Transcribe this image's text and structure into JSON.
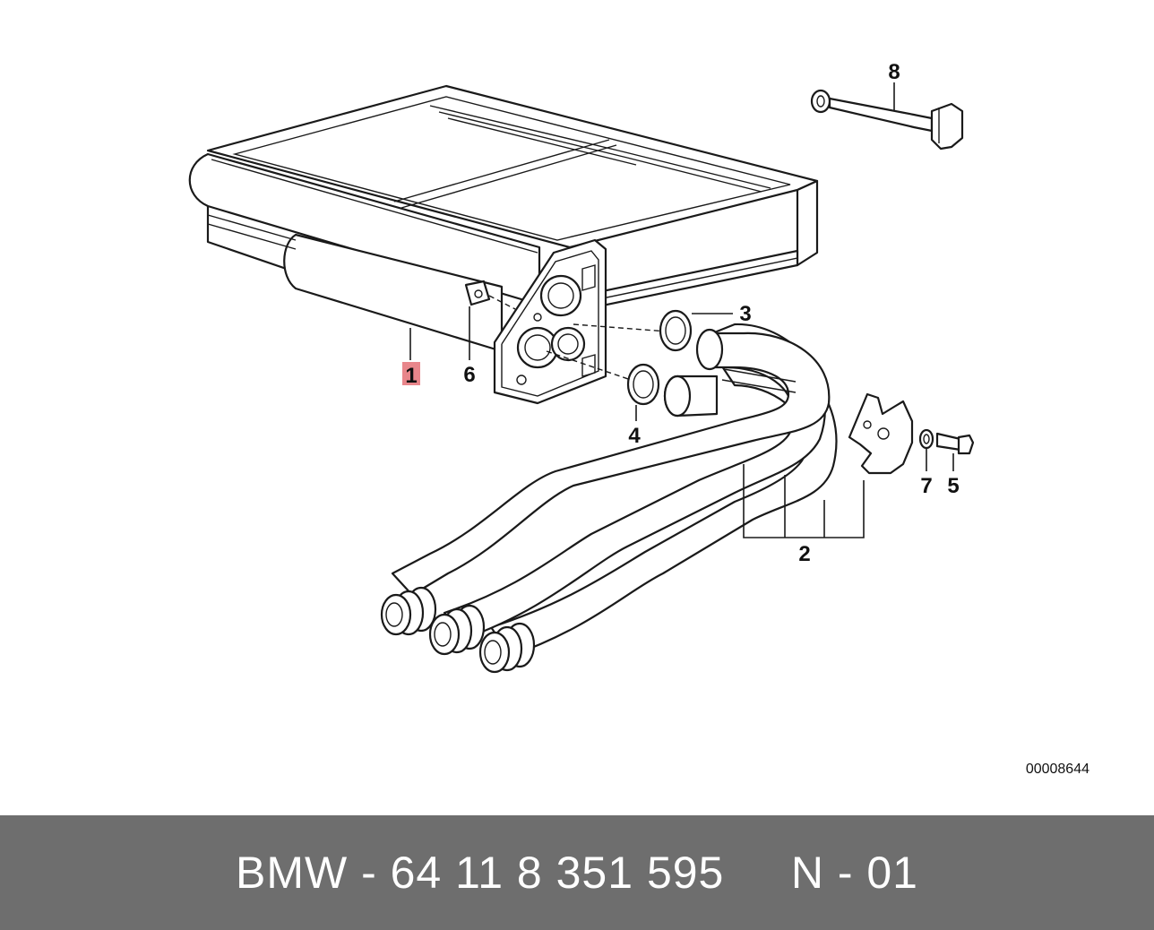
{
  "diagram": {
    "callouts": {
      "part_1": "1",
      "part_2": "2",
      "part_3": "3",
      "part_4": "4",
      "part_5": "5",
      "part_6": "6",
      "part_7": "7",
      "part_8": "8"
    },
    "highlighted_callout": "1",
    "highlight_color": "#e8868b",
    "drawing_number": "00008644"
  },
  "footer": {
    "text": "BMW - 64 11 8 351 595     N - 01",
    "background_color": "#6e6e6e"
  }
}
